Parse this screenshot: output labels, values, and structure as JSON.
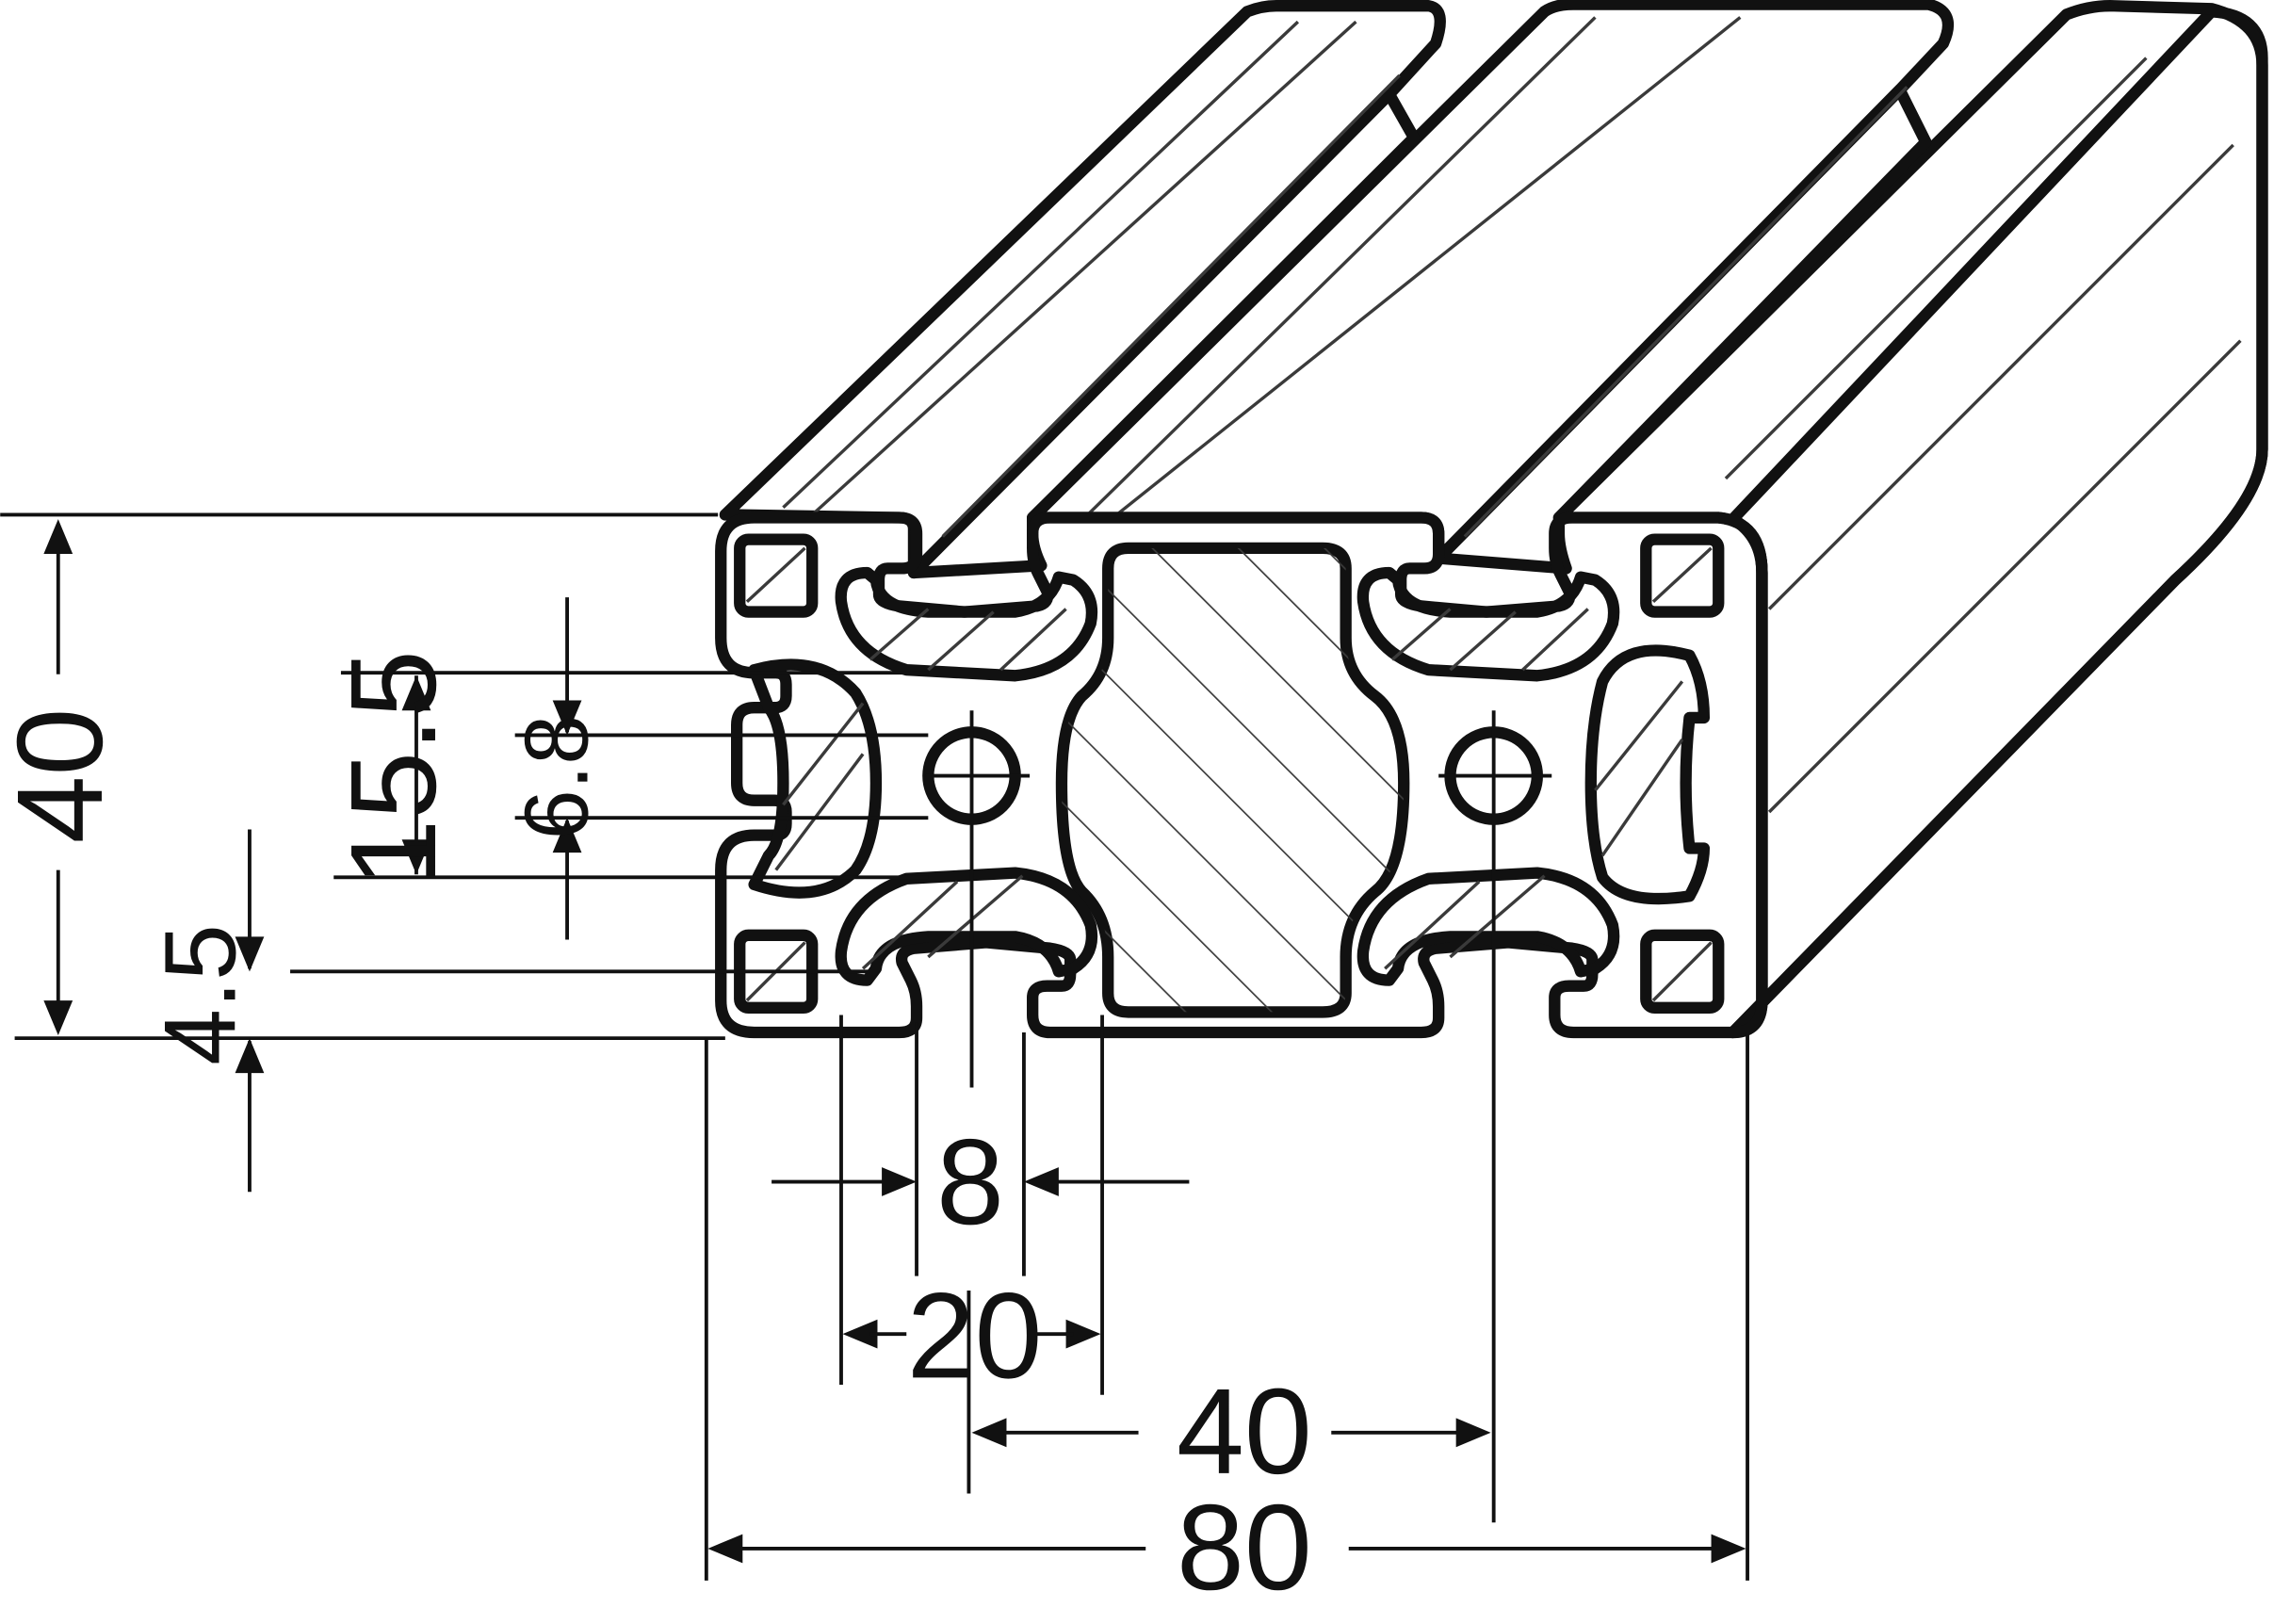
{
  "drawing": {
    "subject": "aluminium extrusion profile 40x80, slot 8",
    "colors": {
      "metal": "#d2d3d5",
      "metal_dark": "#bfc1c3",
      "cavity": "#a9aaac",
      "line": "#111111",
      "background": "#ffffff"
    }
  },
  "dimensions": {
    "height": "40",
    "slot_depth": "15.5",
    "bore": "6.8",
    "wall": "4.5",
    "slot_width": "8",
    "pitch": "20",
    "hole_spacing": "40",
    "width": "80"
  }
}
